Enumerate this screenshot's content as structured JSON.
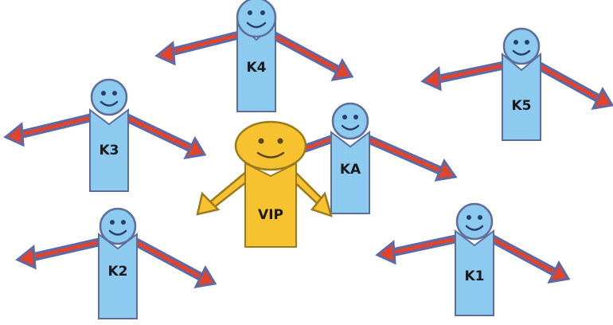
{
  "colors": {
    "person_fill": "#8dcaf0",
    "person_stroke": "#5f6d9a",
    "face_line": "#2a3d6a",
    "arrow_fill": "#e2432b",
    "arrow_stroke": "#5d6aa8",
    "vip_fill": "#f7c230",
    "vip_stroke": "#9a7a1c",
    "vip_face_line": "#5a4410"
  },
  "people": [
    {
      "id": "k4",
      "label": "K4",
      "role": "customer",
      "arms": "outward-arrows"
    },
    {
      "id": "k5",
      "label": "K5",
      "role": "customer",
      "arms": "outward-arrows"
    },
    {
      "id": "k3",
      "label": "K3",
      "role": "customer",
      "arms": "outward-arrows"
    },
    {
      "id": "ka",
      "label": "KA",
      "role": "customer",
      "arms": "outward-arrows"
    },
    {
      "id": "k2",
      "label": "K2",
      "role": "customer",
      "arms": "outward-arrows"
    },
    {
      "id": "k1",
      "label": "K1",
      "role": "customer",
      "arms": "outward-arrows"
    },
    {
      "id": "vip",
      "label": "VIP",
      "role": "vip",
      "arms": "short-arrows"
    }
  ]
}
